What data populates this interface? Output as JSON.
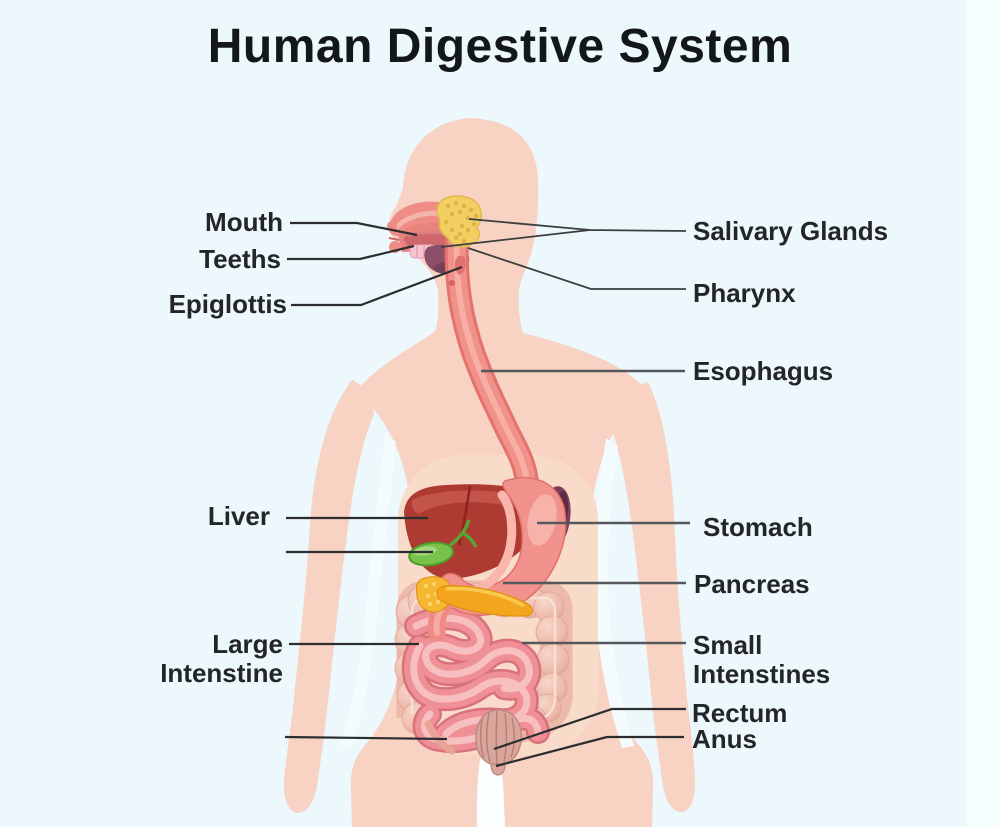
{
  "title": "Human Digestive System",
  "labels": {
    "mouth": "Mouth",
    "teeths": "Teeths",
    "epiglottis": "Epiglottis",
    "liver": "Liver",
    "large_intestine": "Large Intenstine",
    "salivary_glands": "Salivary Glands",
    "pharynx": "Pharynx",
    "esophagus": "Esophagus",
    "stomach": "Stomach",
    "pancreas": "Pancreas",
    "small_intestines": "Small Intenstines",
    "rectum": "Rectum",
    "anus": "Anus"
  },
  "colors": {
    "background": "#ecf8fc",
    "body": "#f8d2c3",
    "abdomen": "#f9dbc9",
    "title_text": "#14171a",
    "label_text": "#232528",
    "leader_dark": "#2b2d2f",
    "leader_gray": "#54575b",
    "liver": "#ad3b31",
    "stomach": "#f2928d",
    "spleen": "#7c3e5d",
    "pancreas": "#f3a61d",
    "gallbladder": "#79c24c",
    "salivary_gland": "#f2ce63",
    "pharynx_organ": "#8d4e6a",
    "esophagus_organ": "#f0918a",
    "large_intestine": "#ecbaab",
    "small_intestine": "#ef9096",
    "rectum_organ": "#d9a69c"
  }
}
